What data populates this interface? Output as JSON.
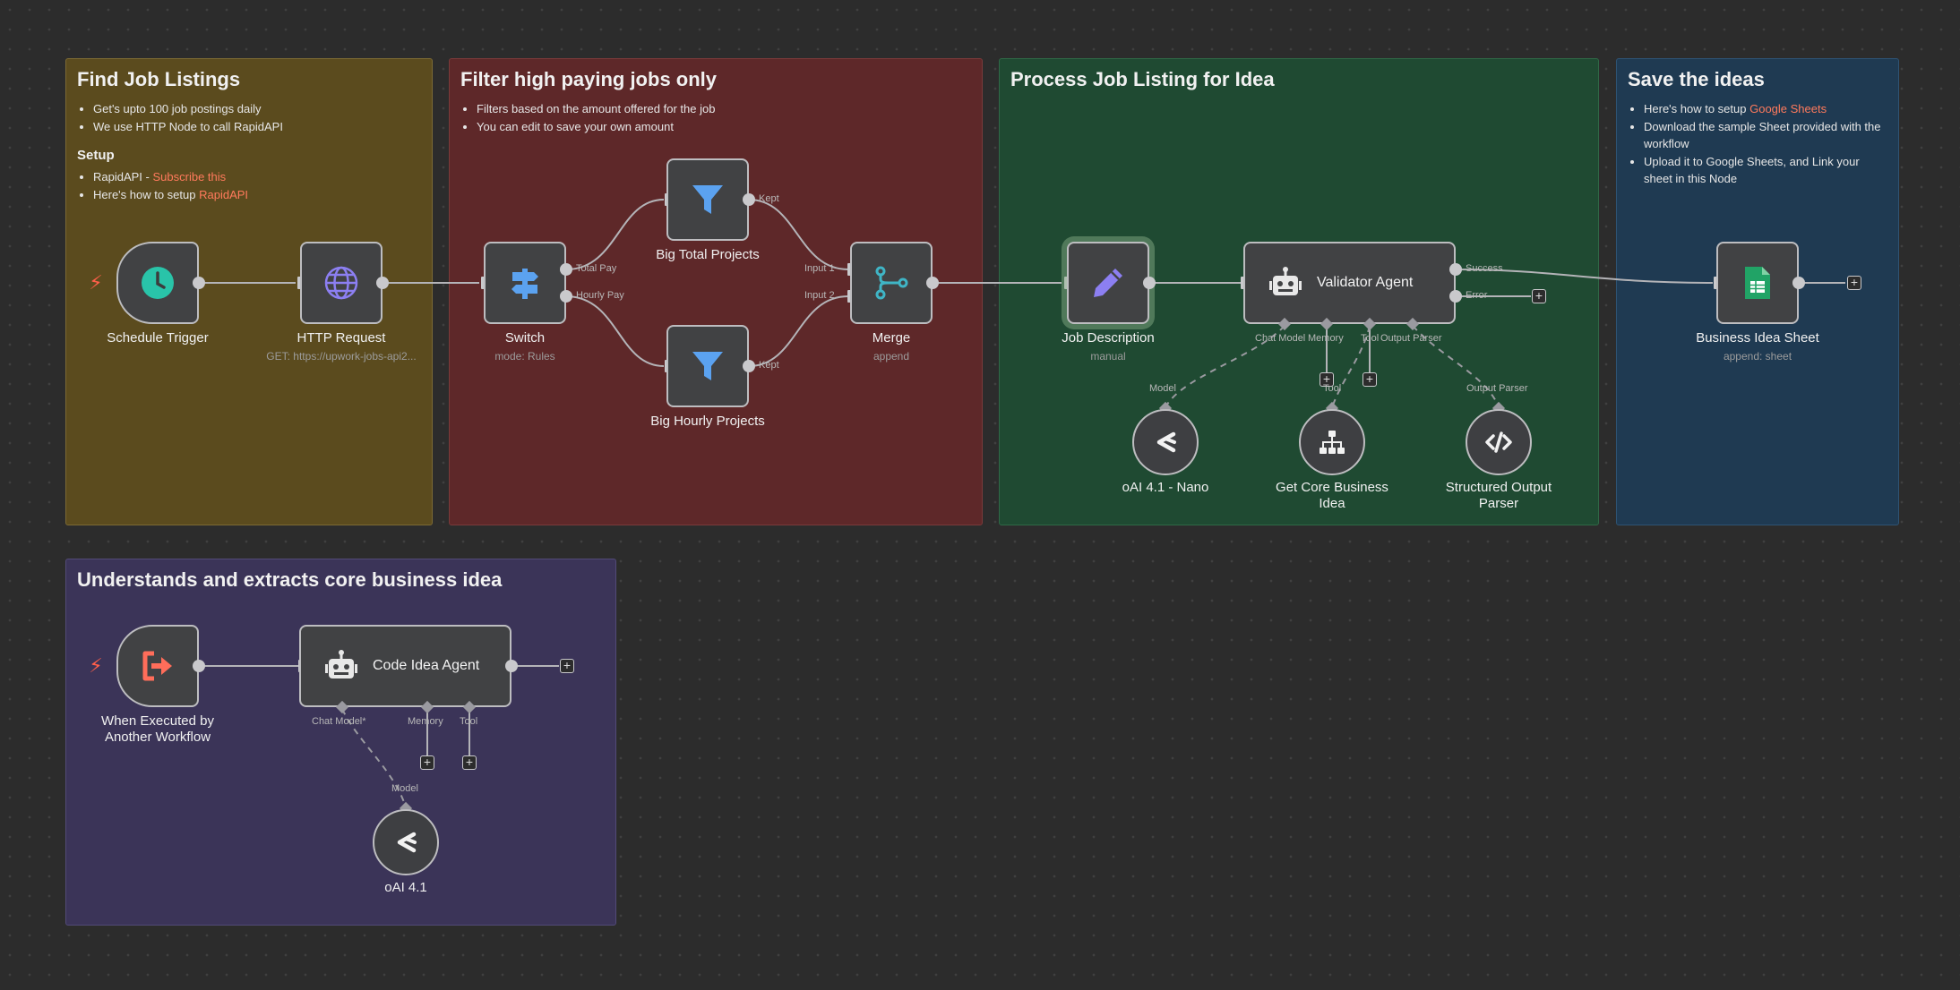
{
  "stickies": {
    "find": {
      "title": "Find Job Listings",
      "bullets": [
        "Get's upto 100 job postings daily",
        "We use HTTP Node to call RapidAPI"
      ],
      "setup_title": "Setup",
      "setup_1_text": "RapidAPI - ",
      "setup_1_link": "Subscribe this",
      "setup_2_text": "Here's how to setup ",
      "setup_2_link": "RapidAPI"
    },
    "filter": {
      "title": "Filter high paying jobs only",
      "bullets": [
        "Filters based on the amount offered for the job",
        "You can edit to save your own amount"
      ]
    },
    "process": {
      "title": "Process Job Listing for Idea"
    },
    "save": {
      "title": "Save the ideas",
      "bullet_1_text": "Here's how to setup ",
      "bullet_1_link": "Google Sheets",
      "bullets": [
        "Download the sample Sheet provided with the workflow",
        "Upload it to Google Sheets, and Link your sheet in this Node"
      ]
    },
    "extract": {
      "title": "Understands and extracts core business idea"
    }
  },
  "nodes": {
    "schedule": {
      "label": "Schedule Trigger"
    },
    "http": {
      "label": "HTTP Request",
      "sub": "GET: https://upwork-jobs-api2..."
    },
    "switch": {
      "label": "Switch",
      "sub": "mode: Rules",
      "out1": "Total Pay",
      "out2": "Hourly Pay"
    },
    "big_total": {
      "label": "Big Total Projects",
      "out": "Kept"
    },
    "big_hourly": {
      "label": "Big Hourly Projects",
      "out": "Kept"
    },
    "merge": {
      "label": "Merge",
      "sub": "append",
      "in1": "Input 1",
      "in2": "Input 2"
    },
    "job_desc": {
      "label": "Job Description",
      "sub": "manual"
    },
    "validator": {
      "label": "Validator Agent",
      "out1": "Success",
      "out2": "Error",
      "h_chat": "Chat Model",
      "h_memory": "Memory",
      "h_tool": "Tool",
      "h_parser": "Output Parser"
    },
    "oai_nano": {
      "label": "oAI 4.1 - Nano",
      "handle": "Model"
    },
    "core_idea": {
      "label": "Get Core Business Idea",
      "handle": "Tool"
    },
    "parser": {
      "label": "Structured Output Parser",
      "handle": "Output Parser"
    },
    "sheet": {
      "label": "Business Idea Sheet",
      "sub": "append: sheet"
    },
    "executed": {
      "label": "When Executed by Another Workflow"
    },
    "code_agent": {
      "label": "Code Idea Agent",
      "h_chat": "Chat Model*",
      "h_memory": "Memory",
      "h_tool": "Tool"
    },
    "oai": {
      "label": "oAI 4.1",
      "handle": "Model"
    }
  },
  "icons": {
    "schedule": "clock-icon",
    "http": "globe-icon",
    "switch": "signpost-icon",
    "filter": "funnel-icon",
    "merge": "merge-icon",
    "job_desc": "pencil-icon",
    "agent": "robot-icon",
    "model": "openai-icon",
    "tool": "sitemap-icon",
    "parser": "code-icon",
    "sheet": "google-sheets-icon",
    "executed": "sign-out-icon",
    "trigger": "lightning-bolt-icon",
    "add": "plus-icon"
  },
  "colors": {
    "canvas": "#2c2c2c",
    "sticky_yellow": "#5b4b1e",
    "sticky_red": "#5e2829",
    "sticky_green": "#1f4a32",
    "sticky_blue": "#1f3a52",
    "sticky_purple": "#3b3458",
    "accent_link": "#ff7a5c"
  }
}
